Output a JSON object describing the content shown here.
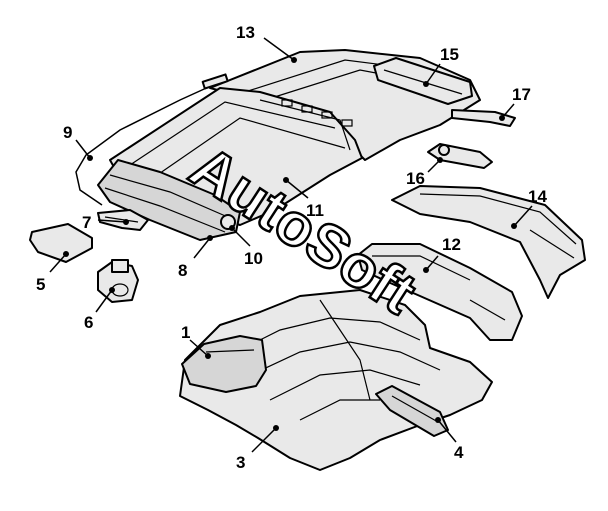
{
  "watermark": {
    "text": "AutoSoft"
  },
  "callouts": [
    {
      "id": "1",
      "label": "1"
    },
    {
      "id": "3",
      "label": "3"
    },
    {
      "id": "4",
      "label": "4"
    },
    {
      "id": "5",
      "label": "5"
    },
    {
      "id": "6",
      "label": "6"
    },
    {
      "id": "7",
      "label": "7"
    },
    {
      "id": "8",
      "label": "8"
    },
    {
      "id": "9",
      "label": "9"
    },
    {
      "id": "10",
      "label": "10"
    },
    {
      "id": "11",
      "label": "11"
    },
    {
      "id": "12",
      "label": "12"
    },
    {
      "id": "13",
      "label": "13"
    },
    {
      "id": "14",
      "label": "14"
    },
    {
      "id": "15",
      "label": "15"
    },
    {
      "id": "16",
      "label": "16"
    },
    {
      "id": "17",
      "label": "17"
    }
  ]
}
